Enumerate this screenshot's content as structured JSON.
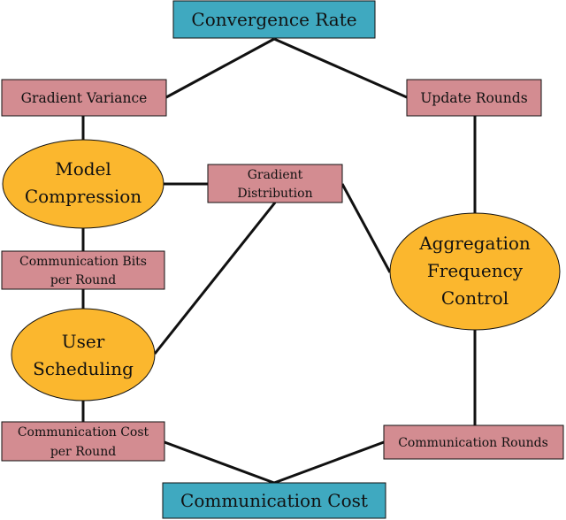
{
  "colors": {
    "blue": "#3fa9c0",
    "pink": "#d38c91",
    "orange": "#fbb72e",
    "edge": "#111111"
  },
  "nodes": {
    "convergence_rate": {
      "text": "Convergence Rate"
    },
    "gradient_variance": {
      "text": "Gradient Variance"
    },
    "update_rounds": {
      "text": "Update Rounds"
    },
    "model_compression": {
      "line1": "Model",
      "line2": "Compression"
    },
    "gradient_distribution": {
      "line1": "Gradient",
      "line2": "Distribution"
    },
    "aggregation": {
      "line1": "Aggregation",
      "line2": "Frequency",
      "line3": "Control"
    },
    "comm_bits": {
      "line1": "Communication Bits",
      "line2": "per Round"
    },
    "user_scheduling": {
      "line1": "User",
      "line2": "Scheduling"
    },
    "comm_cost_per_round": {
      "line1": "Communication Cost",
      "line2": "per Round"
    },
    "comm_rounds": {
      "text": "Communication Rounds"
    },
    "communication_cost": {
      "text": "Communication Cost"
    }
  }
}
